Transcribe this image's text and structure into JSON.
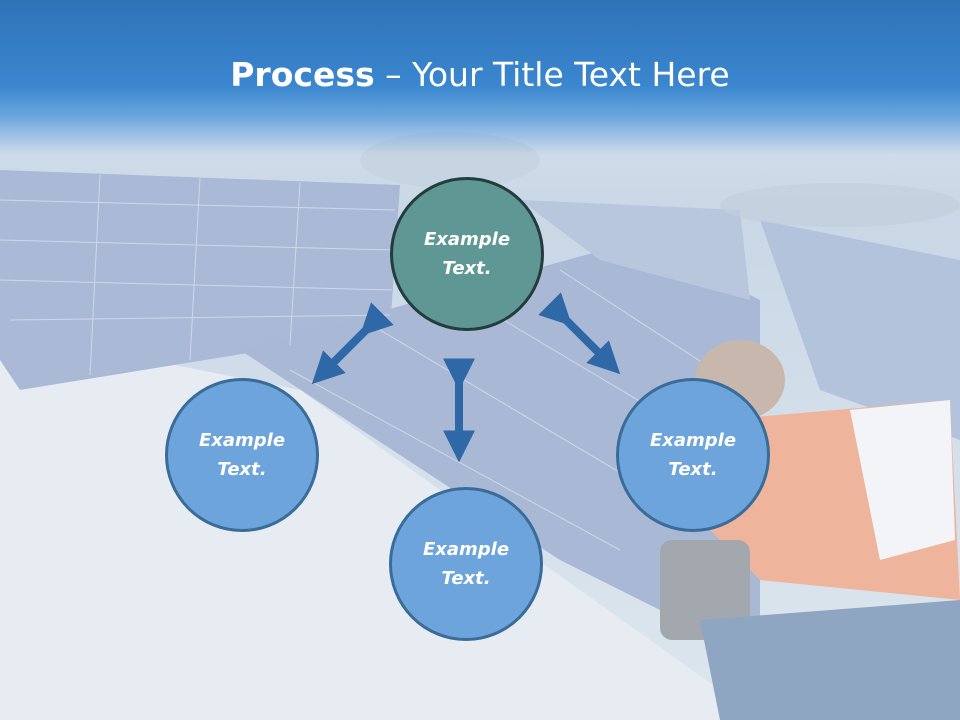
{
  "slide": {
    "title_bold": "Process",
    "title_rest": " – Your Title Text Here"
  },
  "nodes": {
    "top": {
      "line1": "Example",
      "line2": "Text."
    },
    "left": {
      "line1": "Example",
      "line2": "Text."
    },
    "right": {
      "line1": "Example",
      "line2": "Text."
    },
    "bottom": {
      "line1": "Example",
      "line2": "Text."
    }
  },
  "colors": {
    "title_band": "#2f73b7",
    "top_circle": "#5f9795",
    "outer_circles": "#6da4db",
    "arrows": "#2f68a6"
  }
}
